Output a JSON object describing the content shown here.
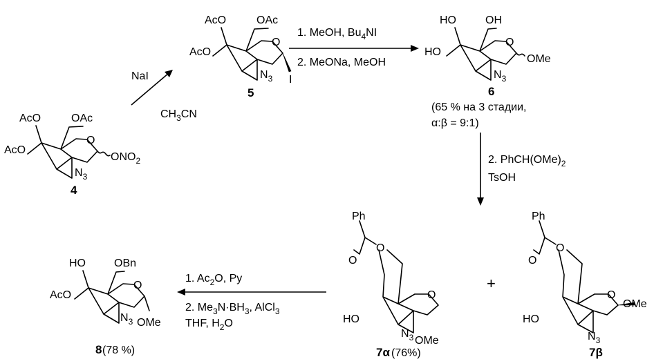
{
  "compounds": {
    "c4": {
      "number": "4",
      "sub_ac4": "AcO",
      "sub_oac6": "OAc",
      "sub_ring_o": "O",
      "sub_ac3": "AcO",
      "sub_n3": "N",
      "sub_n3_sub": "3",
      "sub_ono2": "ONO",
      "sub_ono2_sub": "2"
    },
    "c5": {
      "number": "5",
      "sub_ac4": "AcO",
      "sub_oac6": "OAc",
      "sub_ring_o": "O",
      "sub_ac3": "AcO",
      "sub_n3": "N",
      "sub_n3_sub": "3",
      "sub_i": "I"
    },
    "c6": {
      "number": "6",
      "sub_ho4": "HO",
      "sub_oh6": "OH",
      "sub_ring_o": "O",
      "sub_ho3": "HO",
      "sub_n3": "N",
      "sub_n3_sub": "3",
      "sub_ome": "OMe",
      "yield_line1": "(65 % на 3 стадии,",
      "yield_line2_pre": "α:β = 9:1)"
    },
    "c7a": {
      "number": "7α",
      "yield": " (76%)",
      "sub_ph": "Ph",
      "sub_o_top": "O",
      "sub_o_left": "O",
      "sub_ring_o": "O",
      "sub_ho3": "HO",
      "sub_n3": "N",
      "sub_n3_sub": "3",
      "sub_ome": "OMe"
    },
    "c7b": {
      "number": "7β",
      "sub_ph": "Ph",
      "sub_o_top": "O",
      "sub_o_left": "O",
      "sub_ring_o": "O",
      "sub_ho3": "HO",
      "sub_n3": "N",
      "sub_n3_sub": "3",
      "sub_ome": "OMe"
    },
    "c8": {
      "number": "8",
      "yield": " (78 %)",
      "sub_ho4": "HO",
      "sub_obn": "OBn",
      "sub_ring_o": "O",
      "sub_ac3": "AcO",
      "sub_n3": "N",
      "sub_n3_sub": "3",
      "sub_ome": "OMe"
    }
  },
  "plus_sign": "+",
  "reactions": {
    "r1": {
      "above": "NaI",
      "below_pre": "CH",
      "below_sub": "3",
      "below_post": "CN"
    },
    "r2": {
      "line1_pre": "1. MeOH, Bu",
      "line1_sub": "4",
      "line1_post": "NI",
      "line2": "2. MeONa, MeOH"
    },
    "r3": {
      "line1_pre": "2. PhCH(OMe)",
      "line1_sub": "2",
      "line2": "TsOH"
    },
    "r4": {
      "line1_pre": "1. Ac",
      "line1_sub": "2",
      "line1_post": "O, Py",
      "line2_pre": "2. Me",
      "line2_sub1": "3",
      "line2_mid": "N·BH",
      "line2_sub2": "3",
      "line2_post": ", AlCl",
      "line2_sub3": "3",
      "line3_pre": "THF, H",
      "line3_sub": "2",
      "line3_post": "O"
    }
  }
}
